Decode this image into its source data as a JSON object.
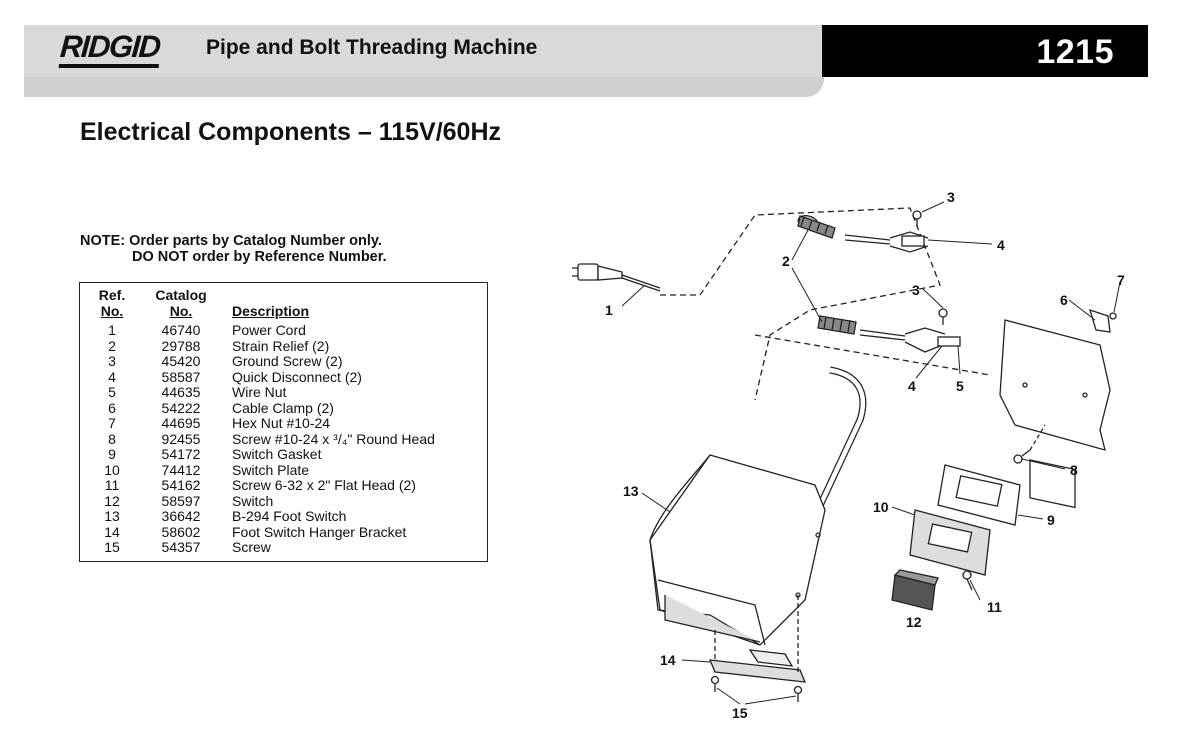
{
  "header": {
    "brand": "RIDGID",
    "title": "Pipe and Bolt Threading Machine",
    "model": "1215"
  },
  "section_title": "Electrical Components – 115V/60Hz",
  "note": {
    "line1": "NOTE: Order parts by Catalog Number only.",
    "line2": "DO NOT order by Reference Number."
  },
  "table": {
    "headers": {
      "ref_top": "Ref.",
      "ref_bottom": "No.",
      "catalog_top": "Catalog",
      "catalog_bottom": "No.",
      "description": "Description"
    },
    "rows": [
      {
        "ref": "1",
        "catalog": "46740",
        "description": "Power Cord"
      },
      {
        "ref": "2",
        "catalog": "29788",
        "description": "Strain Relief (2)"
      },
      {
        "ref": "3",
        "catalog": "45420",
        "description": "Ground Screw (2)"
      },
      {
        "ref": "4",
        "catalog": "58587",
        "description": "Quick Disconnect (2)"
      },
      {
        "ref": "5",
        "catalog": "44635",
        "description": "Wire Nut"
      },
      {
        "ref": "6",
        "catalog": "54222",
        "description": "Cable Clamp (2)"
      },
      {
        "ref": "7",
        "catalog": "44695",
        "description": "Hex Nut #10-24"
      },
      {
        "ref": "8",
        "catalog": "92455",
        "description": "Screw #10-24 x ³/₄\" Round Head"
      },
      {
        "ref": "9",
        "catalog": "54172",
        "description": "Switch Gasket"
      },
      {
        "ref": "10",
        "catalog": "74412",
        "description": "Switch Plate"
      },
      {
        "ref": "11",
        "catalog": "54162",
        "description": "Screw 6-32 x 2\" Flat Head (2)"
      },
      {
        "ref": "12",
        "catalog": "58597",
        "description": "Switch"
      },
      {
        "ref": "13",
        "catalog": "36642",
        "description": "B-294 Foot Switch"
      },
      {
        "ref": "14",
        "catalog": "58602",
        "description": "Foot Switch Hanger Bracket"
      },
      {
        "ref": "15",
        "catalog": "54357",
        "description": "Screw"
      }
    ]
  },
  "diagram": {
    "callouts": [
      "1",
      "2",
      "3",
      "3",
      "4",
      "4",
      "5",
      "6",
      "7",
      "8",
      "9",
      "10",
      "11",
      "12",
      "13",
      "14",
      "15"
    ]
  }
}
